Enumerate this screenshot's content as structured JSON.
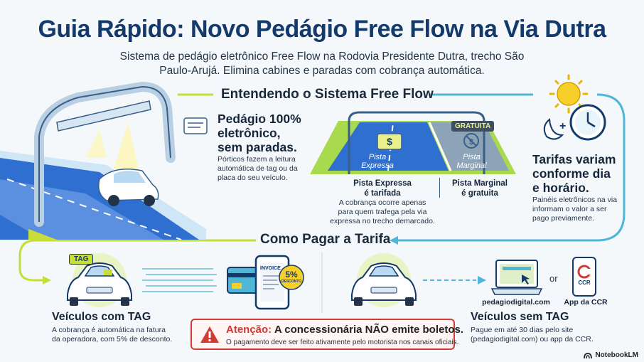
{
  "header": {
    "title": "Guia Rápido: Novo Pedágio Free Flow na Via Dutra",
    "subtitle_line1": "Sistema de pedágio eletrônico Free Flow na Rodovia Presidente Dutra, trecho São",
    "subtitle_line2": "Paulo-Arujá. Elimina cabines e paradas com cobrança automática."
  },
  "section1": {
    "title": "Entendendo o Sistema Free Flow",
    "left": {
      "heading": "Pedágio 100% eletrônico, sem paradas.",
      "heading_l1": "Pedágio 100%",
      "heading_l2": "eletrônico,",
      "heading_l3": "sem paradas.",
      "text_l1": "Pórticos fazem a leitura",
      "text_l2": "automática de tag ou da",
      "text_l3": "placa do seu veículo."
    },
    "center": {
      "lane_express": "Pista Expressa",
      "lane_express_l1": "Pista",
      "lane_express_l2": "Expressa",
      "lane_marginal_l1": "Pista",
      "lane_marginal_l2": "Marginal",
      "free_badge": "GRATUITA",
      "express_label_l1": "Pista Expressa",
      "express_label_l2": "é tarifada",
      "marginal_label_l1": "Pista Marginal",
      "marginal_label_l2": "é gratuita",
      "note_l1": "A cobrança ocorre apenas",
      "note_l2": "para quem trafega pela via",
      "note_l3": "expressa no trecho demarcado."
    },
    "right": {
      "heading_l1": "Tarifas variam",
      "heading_l2": "conforme dia",
      "heading_l3": "e horário.",
      "text_l1": "Painéis eletrônicos na via",
      "text_l2": "informam o valor a ser",
      "text_l3": "pago previamente."
    }
  },
  "section2": {
    "title": "Como Pagar a Tarifa",
    "tag": {
      "badge": "TAG",
      "invoice_label": "INVOICE",
      "discount_value": "5%",
      "discount_label": "DESCONTO",
      "heading": "Veículos com TAG",
      "text_l1": "A cobrança é automática na fatura",
      "text_l2": "da operadora, com 5% de desconto."
    },
    "notag": {
      "site_label": "pedagiodigital.com",
      "or_label": "or",
      "app_label": "App da CCR",
      "app_logo": "CCR",
      "heading": "Veículos sem TAG",
      "text_l1": "Pague em até 30 dias pelo site",
      "text_l2": "(pedagiodigital.com) ou app da CCR."
    },
    "warning": {
      "prefix": "Atenção:",
      "message": "A concessionária NÃO emite boletos.",
      "detail": "O pagamento deve ser feito ativamente pelo motorista nos canais oficiais."
    }
  },
  "footer": {
    "brand": "NotebookLM"
  },
  "colors": {
    "navy": "#143a6b",
    "road_blue": "#2f6fd0",
    "lime": "#c6dd3a",
    "teal": "#4fb6d6",
    "warning_red": "#d23b35"
  },
  "icons": [
    "gantry-icon",
    "car-icon",
    "sun-icon",
    "moon-icon",
    "clock-icon",
    "phone-invoice-icon",
    "card-icon",
    "laptop-icon",
    "warning-icon"
  ]
}
